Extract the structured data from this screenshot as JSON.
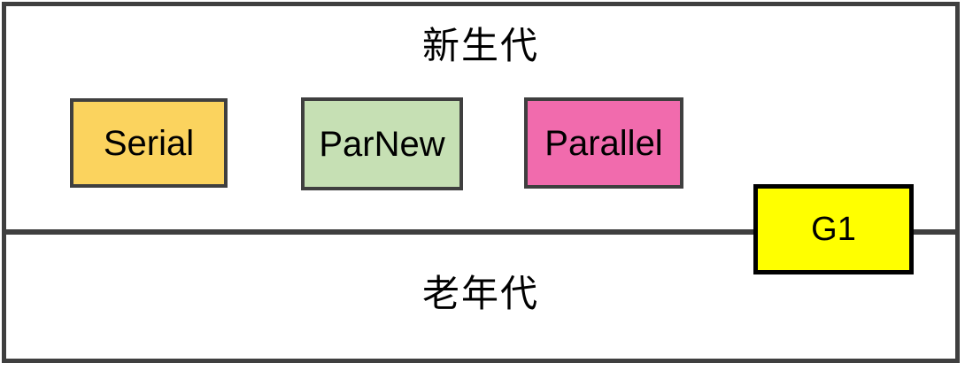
{
  "diagram": {
    "title": "JVM garbage collectors by generation",
    "background": "#FFFFFF",
    "frame_color": "#3F3F3F",
    "text_color": "#000000",
    "young_generation": {
      "label": "新生代"
    },
    "old_generation": {
      "label": "老年代"
    },
    "collectors": {
      "serial": {
        "label": "Serial",
        "fill": "#FBD35E",
        "border": "#3F3F3F",
        "generation": "young"
      },
      "parnew": {
        "label": "ParNew",
        "fill": "#C6E0B4",
        "border": "#3F3F3F",
        "generation": "young"
      },
      "parallel": {
        "label": "Parallel",
        "fill": "#F16BAD",
        "border": "#3F3F3F",
        "generation": "young"
      },
      "g1": {
        "label": "G1",
        "fill": "#FFFF00",
        "border": "#000000",
        "generation": "both"
      }
    }
  }
}
